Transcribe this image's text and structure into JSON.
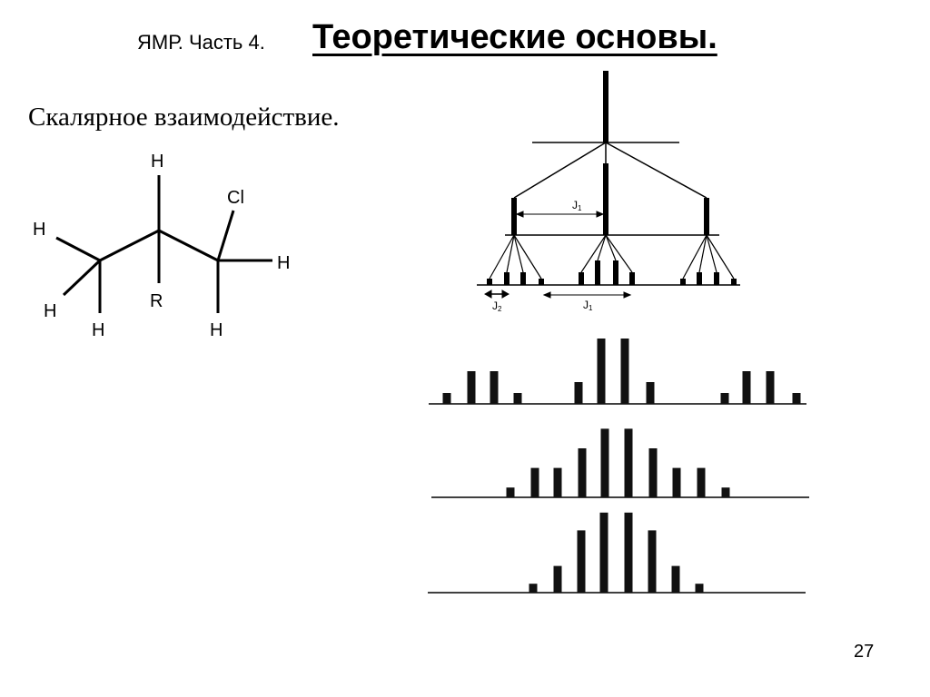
{
  "slide": {
    "prefix": "ЯМР. Часть 4.",
    "title": "Теоретические основы.",
    "subtitle": "Скалярное взаимодействие.",
    "page_number": "27"
  },
  "molecule": {
    "atoms": [
      "H",
      "Cl",
      "H",
      "H",
      "R",
      "H",
      "H",
      "H"
    ]
  },
  "splitting_tree": {
    "coupling_label_1": "J",
    "coupling_label_1_sub": "1",
    "coupling_label_2": "J",
    "coupling_label_2_sub": "2",
    "coupling_label_3": "J",
    "coupling_label_3_sub": "1"
  },
  "spectra": [
    {
      "relative_intensities": [
        1,
        3,
        3,
        1,
        2,
        6,
        6,
        2,
        1,
        3,
        3,
        1
      ]
    },
    {
      "relative_intensities": [
        1,
        3,
        3,
        5,
        7,
        7,
        5,
        3,
        3,
        1
      ]
    },
    {
      "relative_intensities": [
        1,
        3,
        7,
        9,
        9,
        7,
        3,
        1
      ]
    }
  ]
}
